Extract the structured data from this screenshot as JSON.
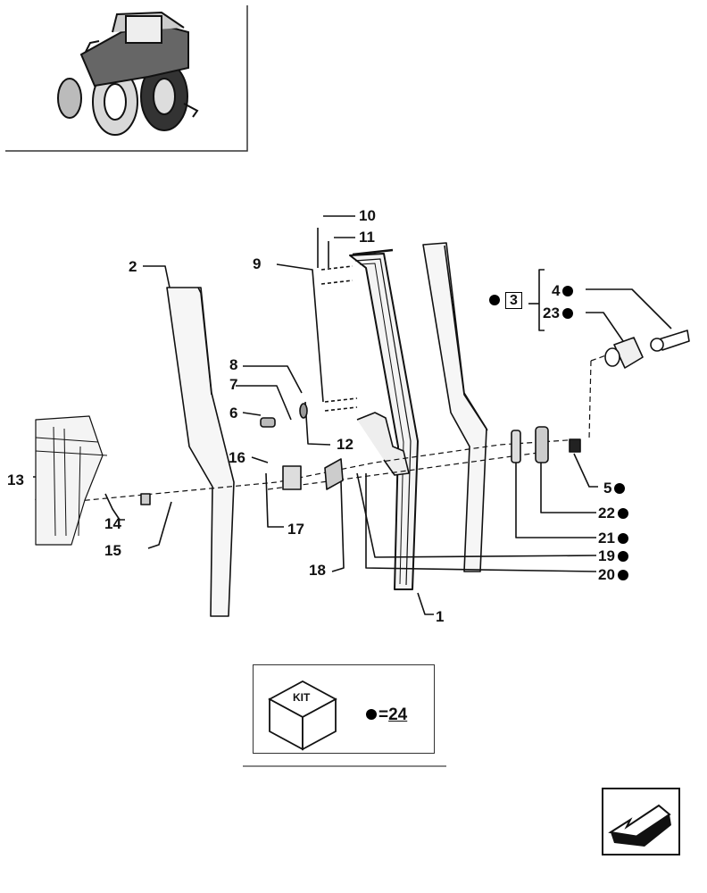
{
  "callouts": [
    {
      "id": "c1",
      "text": "1",
      "dot": false
    },
    {
      "id": "c2",
      "text": "2",
      "dot": false
    },
    {
      "id": "c4",
      "text": "4",
      "dot": true
    },
    {
      "id": "c5",
      "text": "5",
      "dot": true
    },
    {
      "id": "c6",
      "text": "6",
      "dot": false
    },
    {
      "id": "c7",
      "text": "7",
      "dot": false
    },
    {
      "id": "c8",
      "text": "8",
      "dot": false
    },
    {
      "id": "c9",
      "text": "9",
      "dot": false
    },
    {
      "id": "c10",
      "text": "10",
      "dot": false
    },
    {
      "id": "c11",
      "text": "11",
      "dot": false
    },
    {
      "id": "c12",
      "text": "12",
      "dot": false
    },
    {
      "id": "c13",
      "text": "13",
      "dot": false
    },
    {
      "id": "c14",
      "text": "14",
      "dot": false
    },
    {
      "id": "c15",
      "text": "15",
      "dot": false
    },
    {
      "id": "c16",
      "text": "16",
      "dot": false
    },
    {
      "id": "c17",
      "text": "17",
      "dot": false
    },
    {
      "id": "c18",
      "text": "18",
      "dot": false
    },
    {
      "id": "c19",
      "text": "19",
      "dot": true
    },
    {
      "id": "c20",
      "text": "20",
      "dot": true
    },
    {
      "id": "c21",
      "text": "21",
      "dot": true
    },
    {
      "id": "c22",
      "text": "22",
      "dot": true
    },
    {
      "id": "c23",
      "text": "23",
      "dot": true
    }
  ],
  "group_box": {
    "number": "3"
  },
  "kit": {
    "badge": "KIT",
    "equals": "=",
    "number": "24"
  },
  "icons": {
    "thumbnail": "tractor-thumbnail-icon",
    "kit": "kit-box-icon",
    "nav": "return-arrow-icon"
  }
}
